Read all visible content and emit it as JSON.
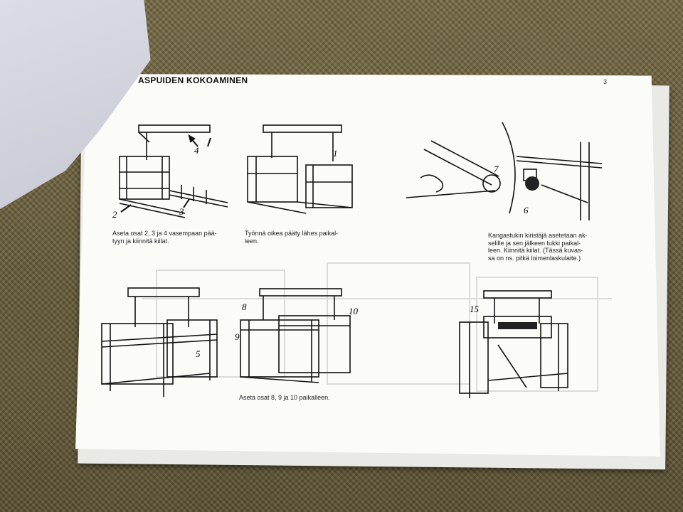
{
  "document": {
    "title": "ASPUIDEN KOKOAMINEN",
    "page_number": "3",
    "captions": {
      "step1": "Aseta osat 2, 3 ja 4 vasempaan pää-\ntyyn ja kiinnitä kiilat.",
      "step2": "Työnnä oikea pääty lähes paikal-\nleen.",
      "step3": "Kangastukin kiristäjä asetetaan ak-\nselille ja sen jälkeen tukki paikal-\nleen. Kiinnitä kiilat. (Tässä kuvas-\nsa on ns. pitkä loimenlaskulaite.)",
      "step4": "Aseta osat 8, 9 ja 10 paikalleen."
    },
    "figure_labels": {
      "f1": [
        "4",
        "2",
        "3"
      ],
      "f2": [
        "1"
      ],
      "f3": [
        "7",
        "6"
      ],
      "f4": [
        "5"
      ],
      "f5": [
        "8",
        "9",
        "10"
      ],
      "f6": [
        "15"
      ]
    }
  }
}
